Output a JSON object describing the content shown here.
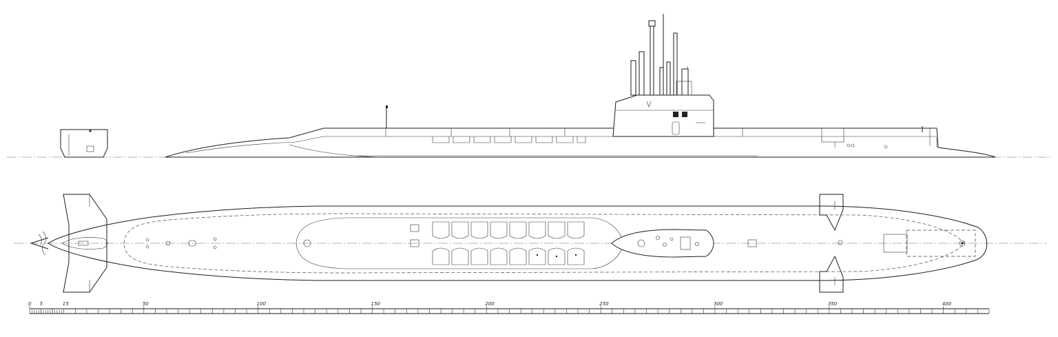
{
  "drawing": {
    "views": [
      "side-elevation",
      "plan-view"
    ],
    "scale_bar": {
      "labels": [
        "0",
        "5",
        "15",
        "50",
        "100",
        "150",
        "200",
        "250",
        "300",
        "350",
        "400"
      ],
      "values": [
        0,
        5,
        15,
        50,
        100,
        150,
        200,
        250,
        300,
        350,
        400
      ],
      "max": 420
    },
    "missile_tubes_per_row": 8,
    "colors": {
      "ink": "#1a1a1a",
      "paper": "#ffffff"
    }
  }
}
